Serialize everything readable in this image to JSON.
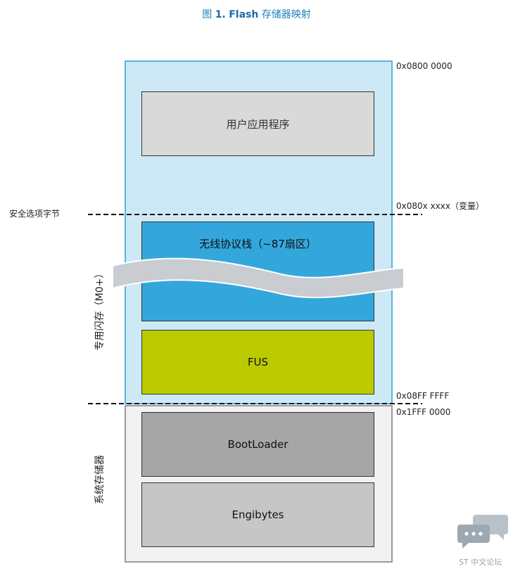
{
  "title": {
    "prefix": "图",
    "number": "1.",
    "name": "Flash",
    "suffix": "存储器映射"
  },
  "regions": {
    "flash": {
      "blocks": {
        "user_app": "用户应用程序",
        "wireless_stack": "无线协议栈（~87扇区）",
        "fus": "FUS"
      }
    },
    "system": {
      "blocks": {
        "bootloader": "BootLoader",
        "engibytes": "Engibytes"
      }
    }
  },
  "addresses": {
    "flash_start": "0x0800 0000",
    "secure_start": "0x080x xxxx（变量）",
    "flash_end": "0x08FF FFFF",
    "system_start": "0x1FFF 0000"
  },
  "labels": {
    "option_bytes": "安全选项字节",
    "dedicated_memory": "专用闪存（M0+）",
    "system_memory": "系统存储器"
  },
  "watermark": {
    "text": "ST 中文论坛",
    "icon": "speech-bubbles-icon"
  },
  "colors": {
    "title": "#1f7fb9",
    "flash_bg": "#cde9f6",
    "flash_border": "#5bb3e0",
    "user_app": "#d9d9d9",
    "wireless_stack": "#33a7dc",
    "fus": "#bcca00",
    "bootloader": "#a6a6a6",
    "engibytes": "#c6c6c6"
  }
}
